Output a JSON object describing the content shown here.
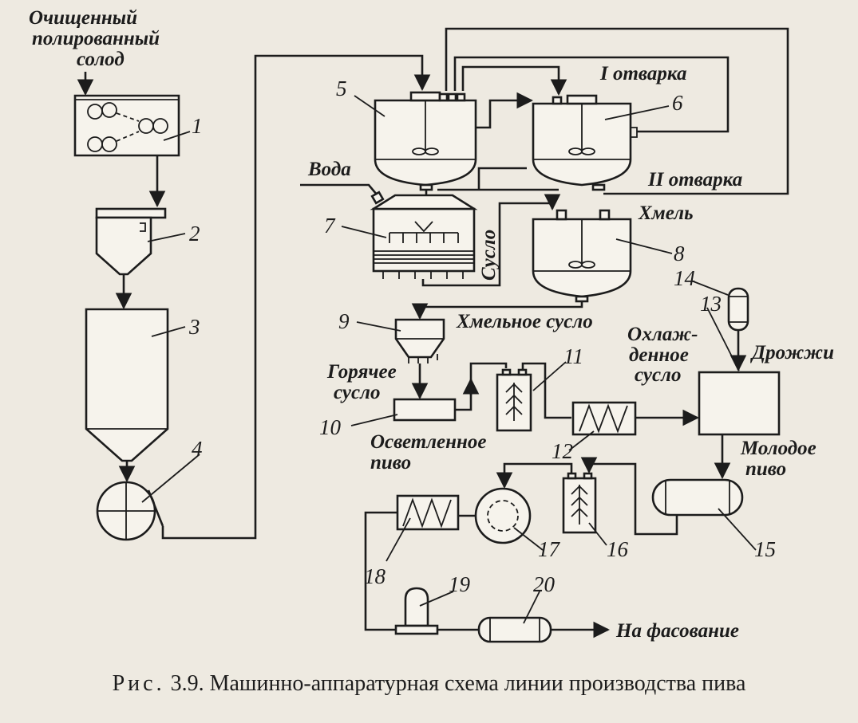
{
  "caption": {
    "prefix": "Рис.",
    "text": "3.9. Машинно-аппаратурная схема линии производства пива"
  },
  "labels": {
    "input_malt": [
      "Очищенный",
      "полированный",
      "солод"
    ],
    "water": "Вода",
    "first_decoction": "I отварка",
    "second_decoction": "II отварка",
    "hops": "Хмель",
    "wort": "Сусло",
    "hopped_wort": "Хмельное сусло",
    "hot_wort": [
      "Горячее",
      "сусло"
    ],
    "cooled_wort": [
      "Охлаж-",
      "денное",
      "сусло"
    ],
    "yeast": "Дрожжи",
    "young_beer": [
      "Молодое",
      "пиво"
    ],
    "clarified_beer": [
      "Осветленное",
      "пиво"
    ],
    "to_packaging": "На фасование"
  },
  "equipment": [
    {
      "id": "1"
    },
    {
      "id": "2"
    },
    {
      "id": "3"
    },
    {
      "id": "4"
    },
    {
      "id": "5"
    },
    {
      "id": "6"
    },
    {
      "id": "7"
    },
    {
      "id": "8"
    },
    {
      "id": "9"
    },
    {
      "id": "10"
    },
    {
      "id": "11"
    },
    {
      "id": "12"
    },
    {
      "id": "13"
    },
    {
      "id": "14"
    },
    {
      "id": "15"
    },
    {
      "id": "16"
    },
    {
      "id": "17"
    },
    {
      "id": "18"
    },
    {
      "id": "19"
    },
    {
      "id": "20"
    }
  ]
}
